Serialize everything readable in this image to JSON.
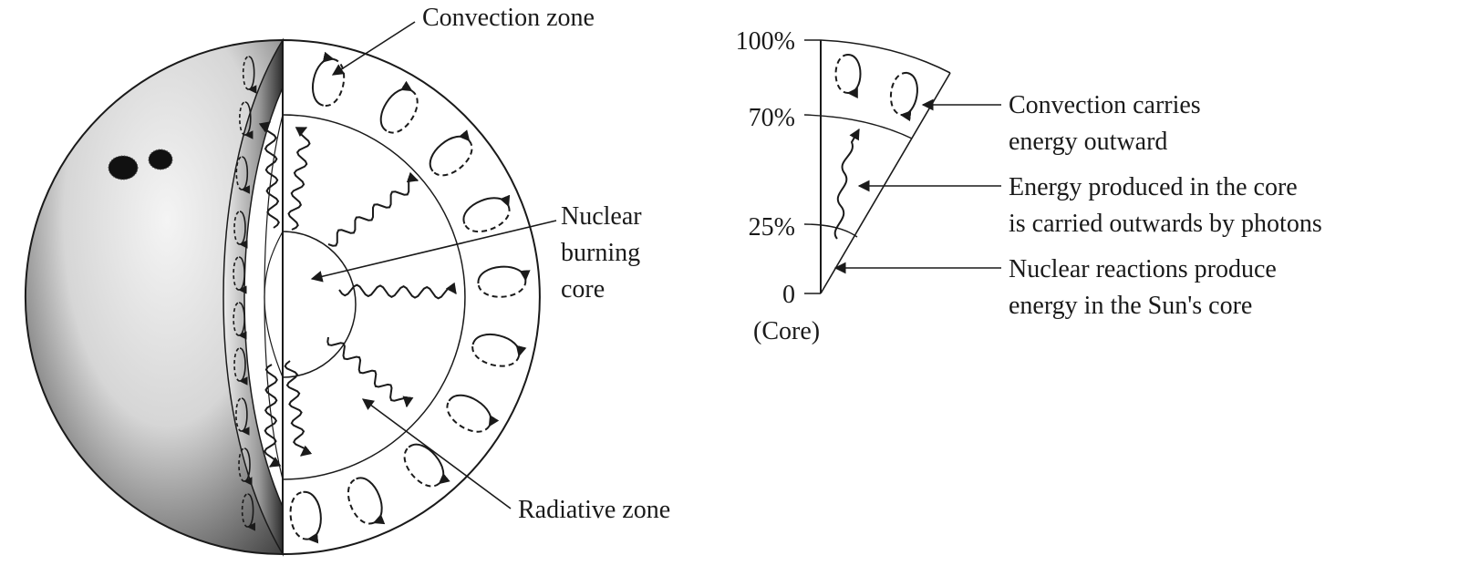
{
  "labels": {
    "convection_zone": "Convection zone",
    "nuclear_core_lines": [
      "Nuclear",
      "burning",
      "core"
    ],
    "radiative_zone": "Radiative zone"
  },
  "scale": {
    "ticks": [
      "100%",
      "70%",
      "25%",
      "0"
    ],
    "core_caption": "(Core)"
  },
  "annotations": [
    {
      "lines": [
        "Convection carries",
        "energy outward"
      ]
    },
    {
      "lines": [
        "Energy produced in the core",
        "is carried outwards by photons"
      ]
    },
    {
      "lines": [
        "Nuclear reactions produce",
        "energy in the Sun's core"
      ]
    }
  ],
  "colors": {
    "ink": "#1a1a1a",
    "sphere_light": "#f2f2f2",
    "sphere_dark": "#3a3a3a"
  }
}
